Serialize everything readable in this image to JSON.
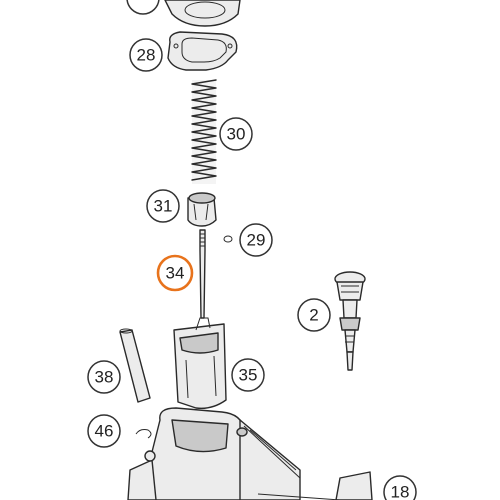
{
  "callouts": [
    {
      "id": "27",
      "label": "",
      "highlighted": false
    },
    {
      "id": "28",
      "label": "28",
      "highlighted": false
    },
    {
      "id": "30",
      "label": "30",
      "highlighted": false
    },
    {
      "id": "31",
      "label": "31",
      "highlighted": false
    },
    {
      "id": "29",
      "label": "29",
      "highlighted": false
    },
    {
      "id": "34",
      "label": "34",
      "highlighted": true
    },
    {
      "id": "2",
      "label": "2",
      "highlighted": false
    },
    {
      "id": "38",
      "label": "38",
      "highlighted": false
    },
    {
      "id": "35",
      "label": "35",
      "highlighted": false
    },
    {
      "id": "46",
      "label": "46",
      "highlighted": false
    },
    {
      "id": "18",
      "label": "18",
      "highlighted": false
    }
  ],
  "colors": {
    "highlight": "#e8731c",
    "outline": "#2a2a2a",
    "part_fill": "#ececec",
    "background": "#ffffff"
  }
}
